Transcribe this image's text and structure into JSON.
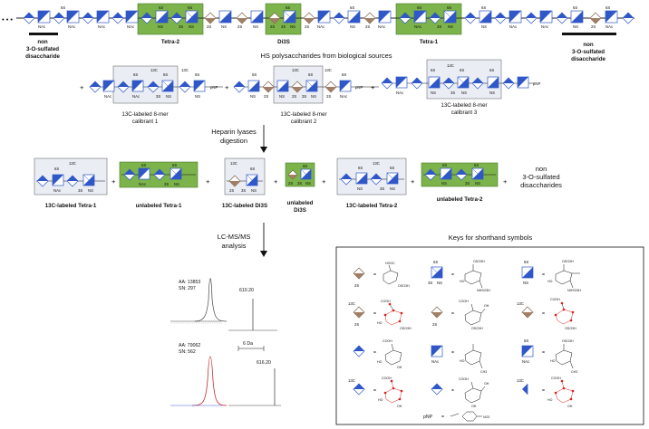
{
  "ellipsis": "• • •",
  "labels": {
    "NAc": "NAc",
    "NS": "NS",
    "S6": "6S",
    "S3": "3S",
    "S2": "2S",
    "C13": "13C",
    "pNP": "pNP"
  },
  "row1": {
    "non3os_left": [
      "non",
      "3-O-sulfated",
      "disaccharide"
    ],
    "non3os_right": [
      "non",
      "3-O-sulfated",
      "disaccharide"
    ],
    "tetra2": "Tetra-2",
    "di3s": "Di3S",
    "tetra1": "Tetra-1",
    "caption": "HS polysaccharides from biological sources"
  },
  "calibrants": {
    "c1": [
      "13C-labeled 8-mer",
      "calibrant 1"
    ],
    "c2": [
      "13C-labeled 8-mer",
      "calibrant 2"
    ],
    "c3": [
      "13C-labeled 8-mer",
      "calibrant 3"
    ],
    "plus": "+"
  },
  "step1": [
    "Heparin lyases",
    "digestion"
  ],
  "products": {
    "p1": "13C-labeled Tetra-1",
    "p2": "unlabeled Tetra-1",
    "p3": "13C-labeled  Di3S",
    "p4": [
      "unlabeled",
      "Di3S"
    ],
    "p5": "13C-labeled Tetra-2",
    "p6": "unlabeled Tetra-2",
    "p7": [
      "non",
      "3-O-sulfated",
      "disaccharides"
    ]
  },
  "step2": [
    "LC-MS/MS",
    "analysis"
  ],
  "ms": {
    "aa1": "AA:  13853",
    "sn1": "SN:   297",
    "aa2": "AA:  79062",
    "sn2": "SN:   562",
    "mz1": "610.20",
    "mz2": "616.20",
    "delta": "6 Da"
  },
  "keys": {
    "title": "Keys for shorthand symbols",
    "eq": "=",
    "cooh": "COOH",
    "oso3h": "OSO3H",
    "ho": "HO",
    "oh": "OH",
    "nhso3h": "NHSO3H",
    "hooc": "HOOC",
    "no2": "NO2",
    "ch3": "CH3"
  },
  "colors": {
    "blue": "#2f57c8",
    "tan": "#a07f66",
    "green": "#7cb34a",
    "greenEdge": "#4b7a2c",
    "panel": "#eaedf3",
    "red": "#d81f1f"
  }
}
